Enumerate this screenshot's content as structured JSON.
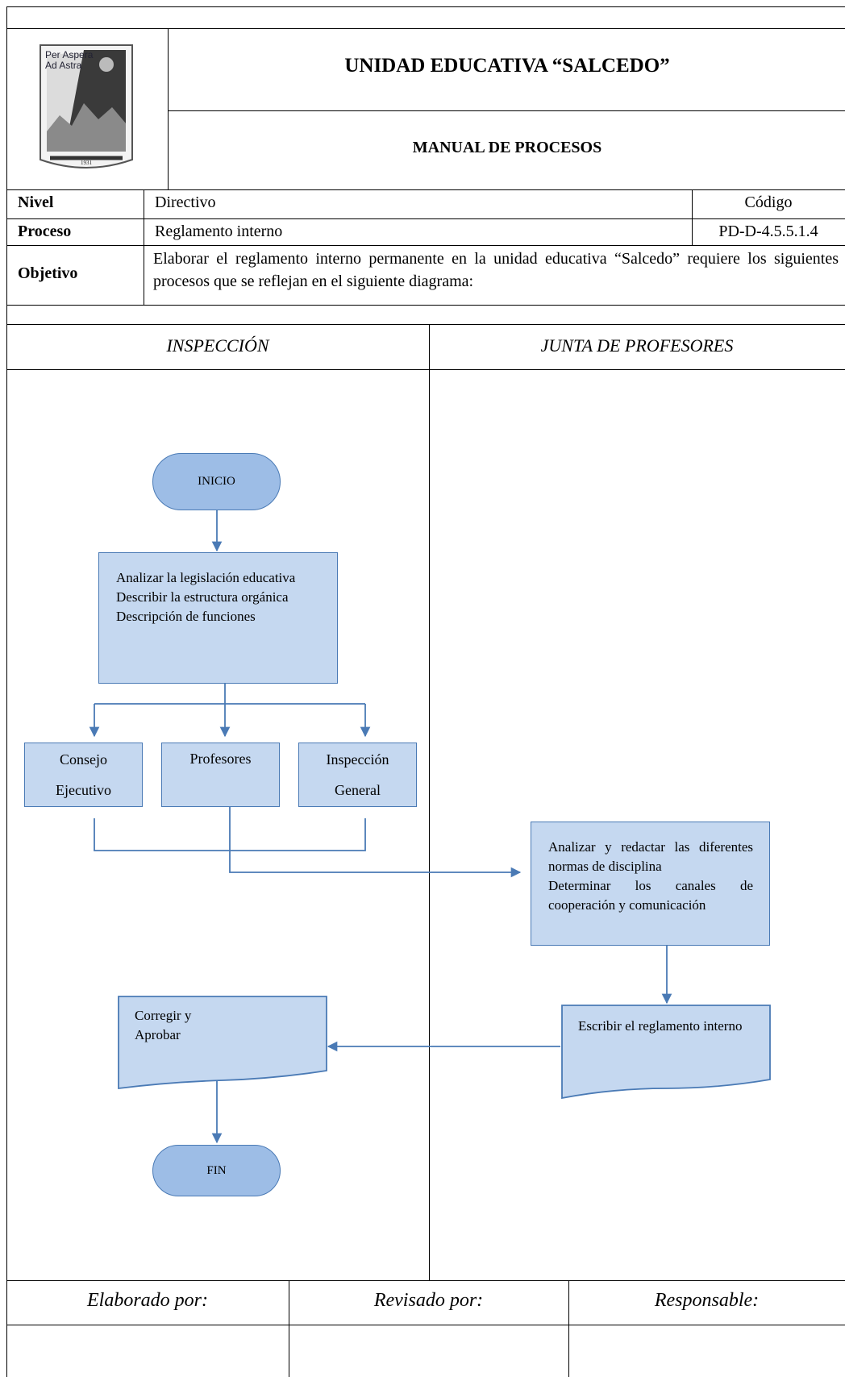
{
  "header": {
    "institution": "UNIDAD EDUCATIVA “SALCEDO”",
    "document": "MANUAL DE PROCESOS",
    "logo_text": "Per Aspera Ad Astra",
    "logo_year": "1931"
  },
  "info": {
    "nivel_label": "Nivel",
    "nivel_value": "Directivo",
    "codigo_label": "Código",
    "proceso_label": "Proceso",
    "proceso_value": "Reglamento interno",
    "codigo_value": "PD-D-4.5.5.1.4",
    "objetivo_label": "Objetivo",
    "objetivo_value": "Elaborar el reglamento interno permanente en la unidad educativa “Salcedo” requiere los siguientes procesos que se reflejan en el siguiente diagrama:"
  },
  "lanes": {
    "left": "INSPECCIÓN",
    "right": "JUNTA DE PROFESORES"
  },
  "flow": {
    "inicio": "INICIO",
    "analizar_line1": "Analizar la legislación educativa",
    "analizar_line2": "Describir la estructura orgánica",
    "analizar_line3": "Descripción de funciones",
    "consejo_line1": "Consejo",
    "consejo_line2": "Ejecutivo",
    "profesores": "Profesores",
    "inspeccion_line1": "Inspección",
    "inspeccion_line2": "General",
    "redactar_line1": "Analizar y redactar las diferentes normas de disciplina",
    "redactar_line2": "Determinar los canales de cooperación y comunicación",
    "escribir": "Escribir el reglamento interno",
    "corregir_line1": "Corregir y",
    "corregir_line2": "Aprobar",
    "fin": "FIN"
  },
  "footer": {
    "elaborado": "Elaborado por:",
    "revisado": "Revisado por:",
    "responsable": "Responsable:"
  },
  "colors": {
    "box_fill": "#c5d8f0",
    "terminal_fill": "#9dbde6",
    "stroke": "#4a7ab5"
  }
}
